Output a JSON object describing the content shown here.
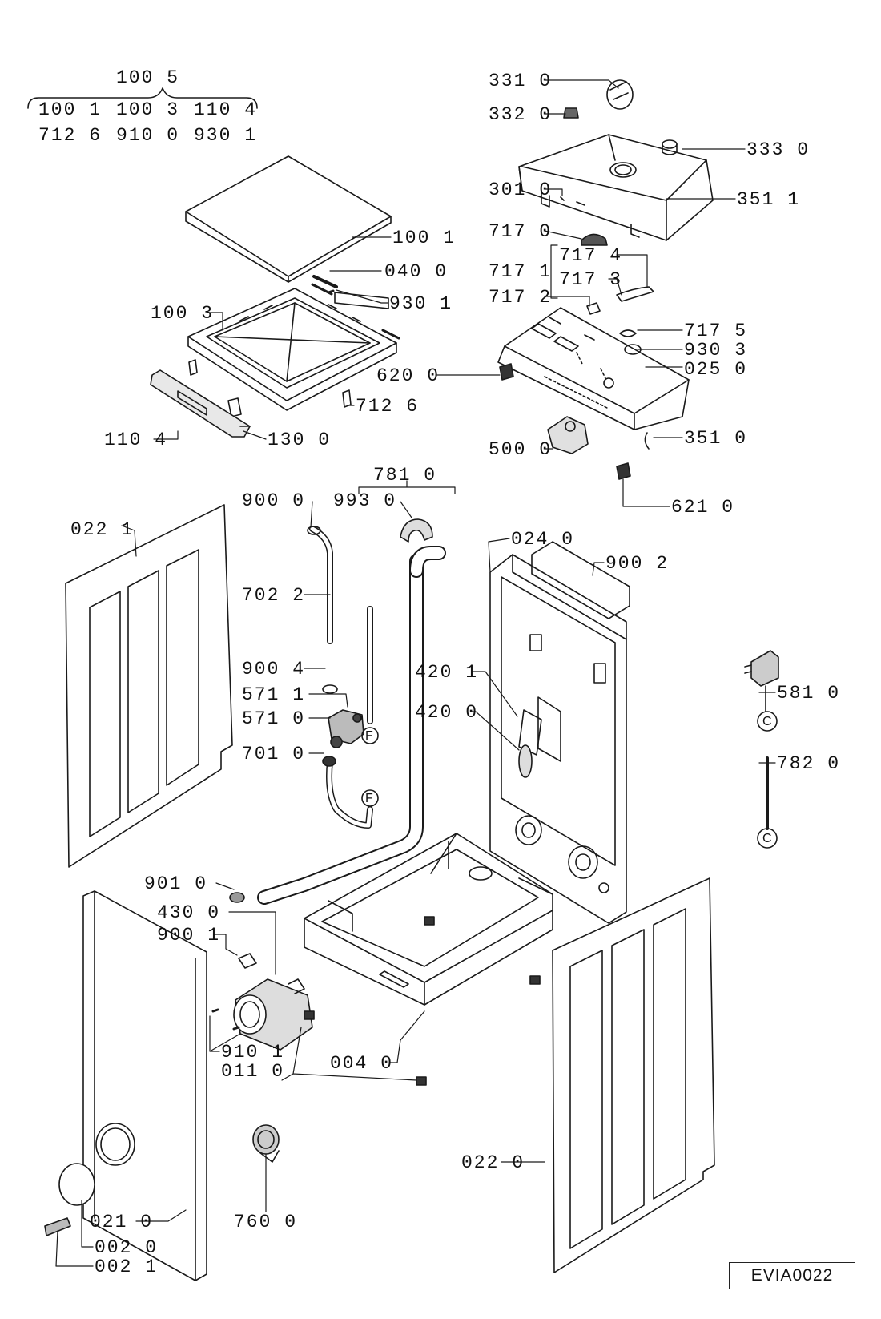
{
  "diagram_code": "EVIA0022",
  "group_header": {
    "top": "100 5",
    "row1": [
      "100 1",
      "100 3",
      "110 4"
    ],
    "row2": [
      "712 6",
      "910 0",
      "930 1"
    ]
  },
  "bracket_labels": {
    "b7171": "717 1",
    "b7810": "781 0"
  },
  "connector_letters": {
    "f": "F",
    "c": "C"
  },
  "parts": [
    {
      "id": "p3310",
      "code": "331 0"
    },
    {
      "id": "p3320",
      "code": "332 0"
    },
    {
      "id": "p3330",
      "code": "333 0"
    },
    {
      "id": "p3010",
      "code": "301 0"
    },
    {
      "id": "p3511",
      "code": "351 1"
    },
    {
      "id": "p7170",
      "code": "717 0"
    },
    {
      "id": "p7174",
      "code": "717 4"
    },
    {
      "id": "p7173",
      "code": "717 3"
    },
    {
      "id": "p7172",
      "code": "717 2"
    },
    {
      "id": "p7175",
      "code": "717 5"
    },
    {
      "id": "p9303",
      "code": "930 3"
    },
    {
      "id": "p0250",
      "code": "025 0"
    },
    {
      "id": "p6200",
      "code": "620 0"
    },
    {
      "id": "p5000",
      "code": "500 0"
    },
    {
      "id": "p3510",
      "code": "351 0"
    },
    {
      "id": "p6210",
      "code": "621 0"
    },
    {
      "id": "p1001",
      "code": "100 1"
    },
    {
      "id": "p0400",
      "code": "040 0"
    },
    {
      "id": "p9301",
      "code": "930 1"
    },
    {
      "id": "p1003",
      "code": "100 3"
    },
    {
      "id": "p7126",
      "code": "712 6"
    },
    {
      "id": "p1104",
      "code": "110 4"
    },
    {
      "id": "p1300",
      "code": "130 0"
    },
    {
      "id": "p0221",
      "code": "022 1"
    },
    {
      "id": "p9000",
      "code": "900 0"
    },
    {
      "id": "p9930",
      "code": "993 0"
    },
    {
      "id": "p7022",
      "code": "702 2"
    },
    {
      "id": "p9004",
      "code": "900 4"
    },
    {
      "id": "p5711",
      "code": "571 1"
    },
    {
      "id": "p5710",
      "code": "571 0"
    },
    {
      "id": "p7010",
      "code": "701 0"
    },
    {
      "id": "p4201",
      "code": "420 1"
    },
    {
      "id": "p4200",
      "code": "420 0"
    },
    {
      "id": "p0240",
      "code": "024 0"
    },
    {
      "id": "p9002",
      "code": "900 2"
    },
    {
      "id": "p5810",
      "code": "581 0"
    },
    {
      "id": "p7820",
      "code": "782 0"
    },
    {
      "id": "p9010",
      "code": "901 0"
    },
    {
      "id": "p4300",
      "code": "430 0"
    },
    {
      "id": "p9001",
      "code": "900 1"
    },
    {
      "id": "p9101",
      "code": "910 1"
    },
    {
      "id": "p0110",
      "code": "011 0"
    },
    {
      "id": "p0040",
      "code": "004 0"
    },
    {
      "id": "p0220",
      "code": "022 0"
    },
    {
      "id": "p0210",
      "code": "021 0"
    },
    {
      "id": "p7600",
      "code": "760 0"
    },
    {
      "id": "p0020",
      "code": "002 0"
    },
    {
      "id": "p0021",
      "code": "002 1"
    }
  ]
}
